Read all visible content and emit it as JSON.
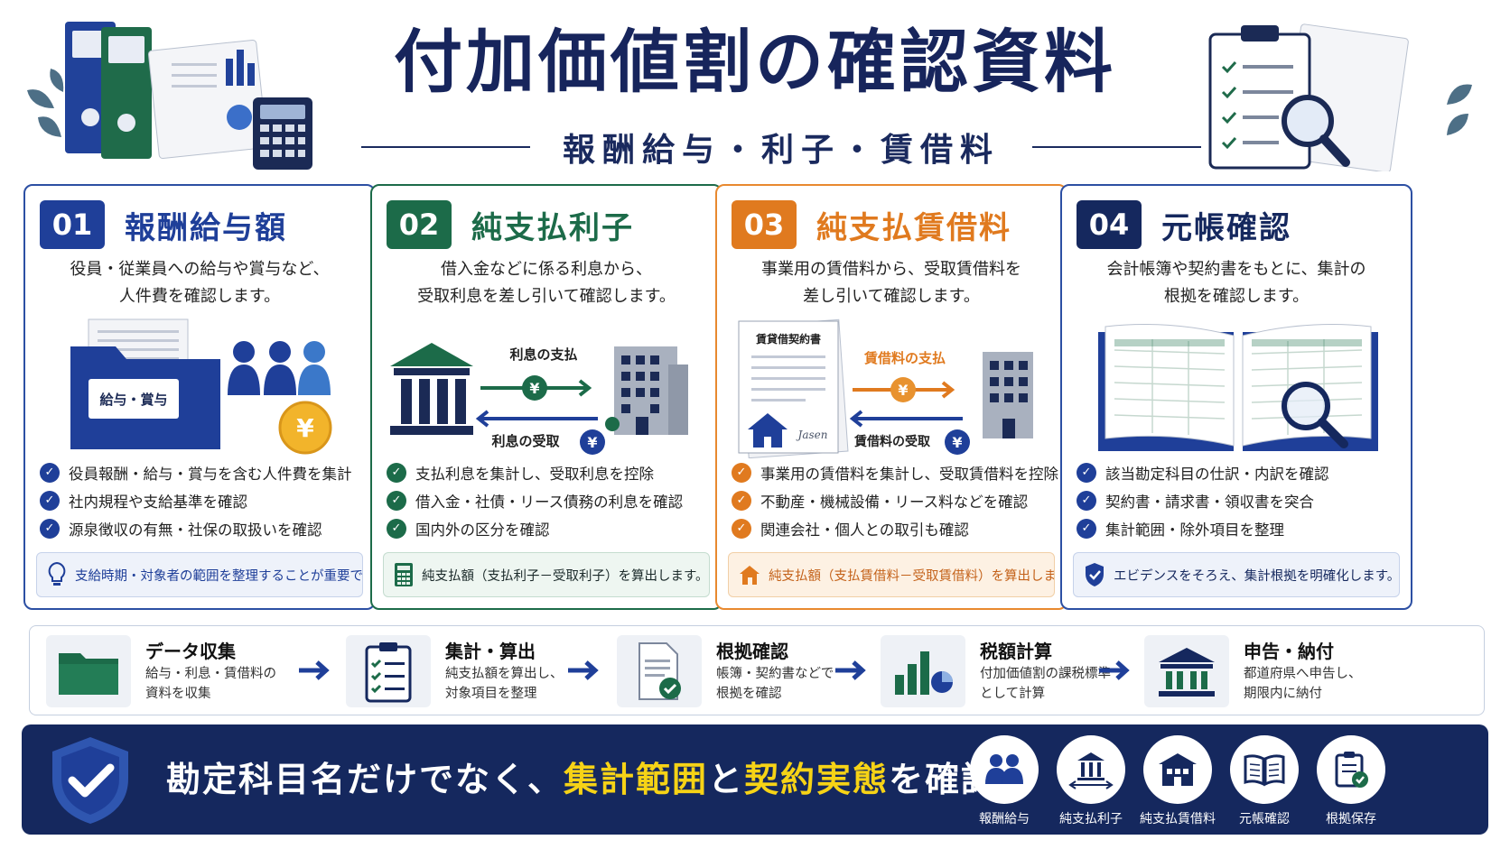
{
  "header": {
    "title": "付加価値割の確認資料",
    "subtitle": "報酬給与・利子・賃借料"
  },
  "cards": [
    {
      "num": "01",
      "title": "報酬給与額",
      "desc1": "役員・従業員への給与や賞与など、",
      "desc2": "人件費を確認します。",
      "folder_label": "給与・賞与",
      "coin": "¥",
      "checks": [
        "役員報酬・給与・賞与を含む人件費を集計",
        "社内規程や支給基準を確認",
        "源泉徴収の有無・社保の取扱いを確認"
      ],
      "note": "支給時期・対象者の範囲を整理することが重要です。"
    },
    {
      "num": "02",
      "title": "純支払利子",
      "desc1": "借入金などに係る利息から、",
      "desc2": "受取利息を差し引いて確認します。",
      "pay_label": "利息の支払",
      "recv_label": "利息の受取",
      "yen": "¥",
      "checks": [
        "支払利息を集計し、受取利息を控除",
        "借入金・社債・リース債務の利息を確認",
        "国内外の区分を確認"
      ],
      "note": "純支払額（支払利子－受取利子）を算出します。"
    },
    {
      "num": "03",
      "title": "純支払賃借料",
      "desc1": "事業用の賃借料から、受取賃借料を",
      "desc2": "差し引いて確認します。",
      "contract_label": "賃貸借契約書",
      "signature": "Jasen",
      "pay_label": "賃借料の支払",
      "recv_label": "賃借料の受取",
      "yen": "¥",
      "checks": [
        "事業用の賃借料を集計し、受取賃借料を控除",
        "不動産・機械設備・リース料などを確認",
        "関連会社・個人との取引も確認"
      ],
      "note": "純支払額（支払賃借料－受取賃借料）を算出します。"
    },
    {
      "num": "04",
      "title": "元帳確認",
      "desc1": "会計帳簿や契約書をもとに、集計の",
      "desc2": "根拠を確認します。",
      "checks": [
        "該当勘定科目の仕訳・内訳を確認",
        "契約書・請求書・領収書を突合",
        "集計範囲・除外項目を整理"
      ],
      "note": "エビデンスをそろえ、集計根拠を明確化します。"
    }
  ],
  "flow": [
    {
      "title": "データ収集",
      "desc1": "給与・利息・賃借料の",
      "desc2": "資料を収集"
    },
    {
      "title": "集計・算出",
      "desc1": "純支払額を算出し、",
      "desc2": "対象項目を整理"
    },
    {
      "title": "根拠確認",
      "desc1": "帳簿・契約書などで",
      "desc2": "根拠を確認"
    },
    {
      "title": "税額計算",
      "desc1": "付加価値割の課税標準",
      "desc2": "として計算"
    },
    {
      "title": "申告・納付",
      "desc1": "都道府県へ申告し、",
      "desc2": "期限内に納付"
    }
  ],
  "banner": {
    "part1": "勘定科目名だけでなく、",
    "hl1": "集計範囲",
    "part2": "と",
    "hl2": "契約実態",
    "part3": "を確認。",
    "icons": [
      "報酬給与",
      "純支払利子",
      "純支払賃借料",
      "元帳確認",
      "根拠保存"
    ]
  },
  "colors": {
    "navy": "#15285e",
    "blue": "#1f3f99",
    "green": "#1c6b49",
    "orange": "#e07a1f",
    "highlight": "#f6d316"
  }
}
